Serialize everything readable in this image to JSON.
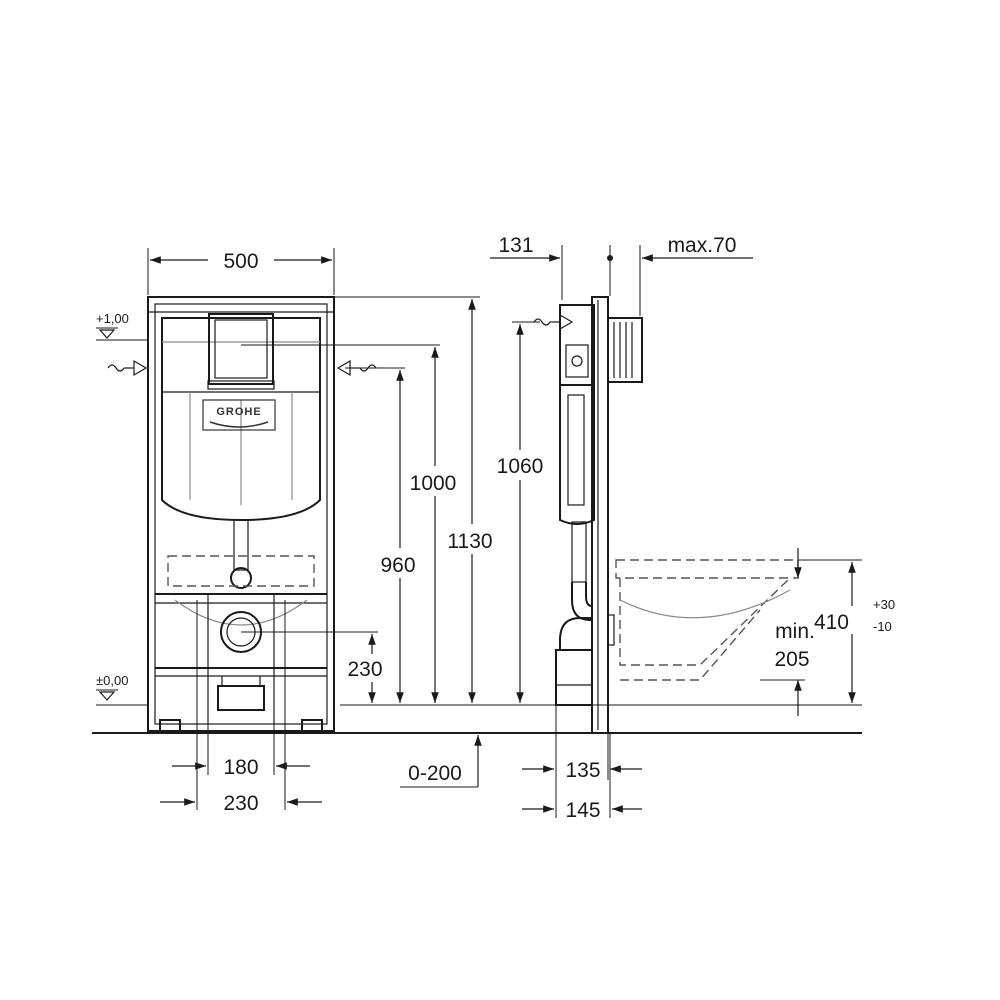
{
  "front_view": {
    "width_label": "500",
    "height_1000": "1000",
    "height_960": "960",
    "height_1130": "1130",
    "height_230": "230",
    "spacing_180": "180",
    "spacing_230": "230",
    "adjust_label": "0-200",
    "level_top": "+1,00",
    "level_zero": "±0,00",
    "logo_text": "GROHE"
  },
  "side_view": {
    "depth_131": "131",
    "max_label": "max.70",
    "height_1060": "1060",
    "depth_135": "135",
    "depth_145": "145",
    "min_label_line1": "min.",
    "min_label_line2": "205",
    "height_410": "410",
    "tol_plus": "+30",
    "tol_minus": "-10"
  },
  "colors": {
    "line": "#1a1a1a",
    "background": "#ffffff"
  }
}
